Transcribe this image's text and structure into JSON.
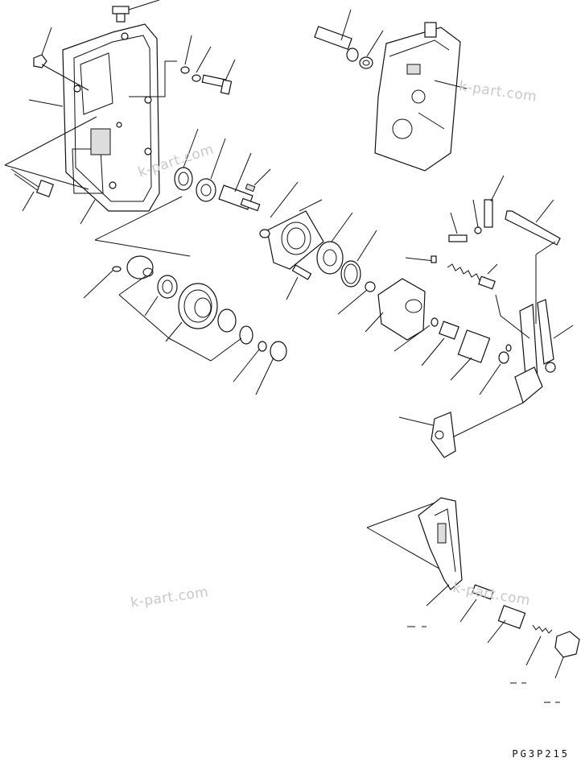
{
  "diagram": {
    "drawing_code": "PG3P215",
    "watermarks": [
      "k-part.com",
      "k-part.com",
      "k-part.com",
      "k-part.com"
    ]
  }
}
